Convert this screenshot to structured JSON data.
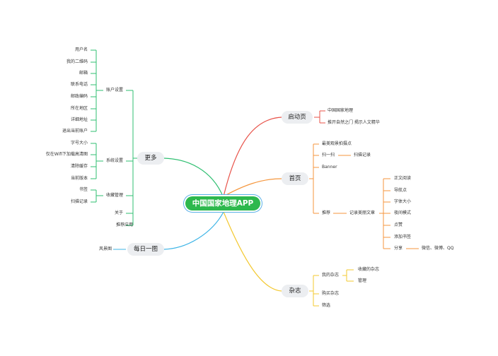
{
  "root": "中国国家地理APP",
  "colors": {
    "green": "#2fbf71",
    "blue": "#3cb4e6",
    "red": "#e8534a",
    "orange": "#f5963d",
    "yellow": "#f3c82f",
    "root": "#2db84d"
  },
  "branches": {
    "more": {
      "label": "更多",
      "account": {
        "label": "账户设置",
        "items": [
          "用户名",
          "我的二维码",
          "邮箱",
          "联系电话",
          "邮政编码",
          "所在地区",
          "详细地址",
          "退出当前账户"
        ]
      },
      "system": {
        "label": "系统设置",
        "items": [
          "字号大小",
          "仅在Wifi下加载高清图",
          "清除缓存",
          "当前版本"
        ]
      },
      "favorites": {
        "label": "收藏管理",
        "items": [
          "书签",
          "扫描记录"
        ]
      },
      "about": "关于",
      "recommend": "推荐应用"
    },
    "daily": {
      "label": "每日一图",
      "items": [
        "风景图"
      ]
    },
    "launch": {
      "label": "启动页",
      "items": [
        "中国国家地理",
        "推开自然之门 揭示人文精华"
      ]
    },
    "home": {
      "label": "首页",
      "best": "最美观景拍摄点",
      "scan": {
        "label": "扫一扫",
        "items": [
          "扫描记录"
        ]
      },
      "banner": "Banner",
      "recommend": {
        "label": "推荐",
        "article": {
          "label": "记录美丽文章",
          "items": [
            "正文阅读",
            "导航点",
            "字体大小",
            "夜间模式",
            "点赞",
            "添加书签"
          ],
          "share": {
            "label": "分享",
            "targets": "微信、微博、QQ"
          }
        }
      }
    },
    "magazine": {
      "label": "杂志",
      "mine": {
        "label": "我的杂志",
        "items": [
          "收藏的杂志",
          "管理"
        ]
      },
      "buy": "购买杂志",
      "filter": "筛选"
    }
  }
}
